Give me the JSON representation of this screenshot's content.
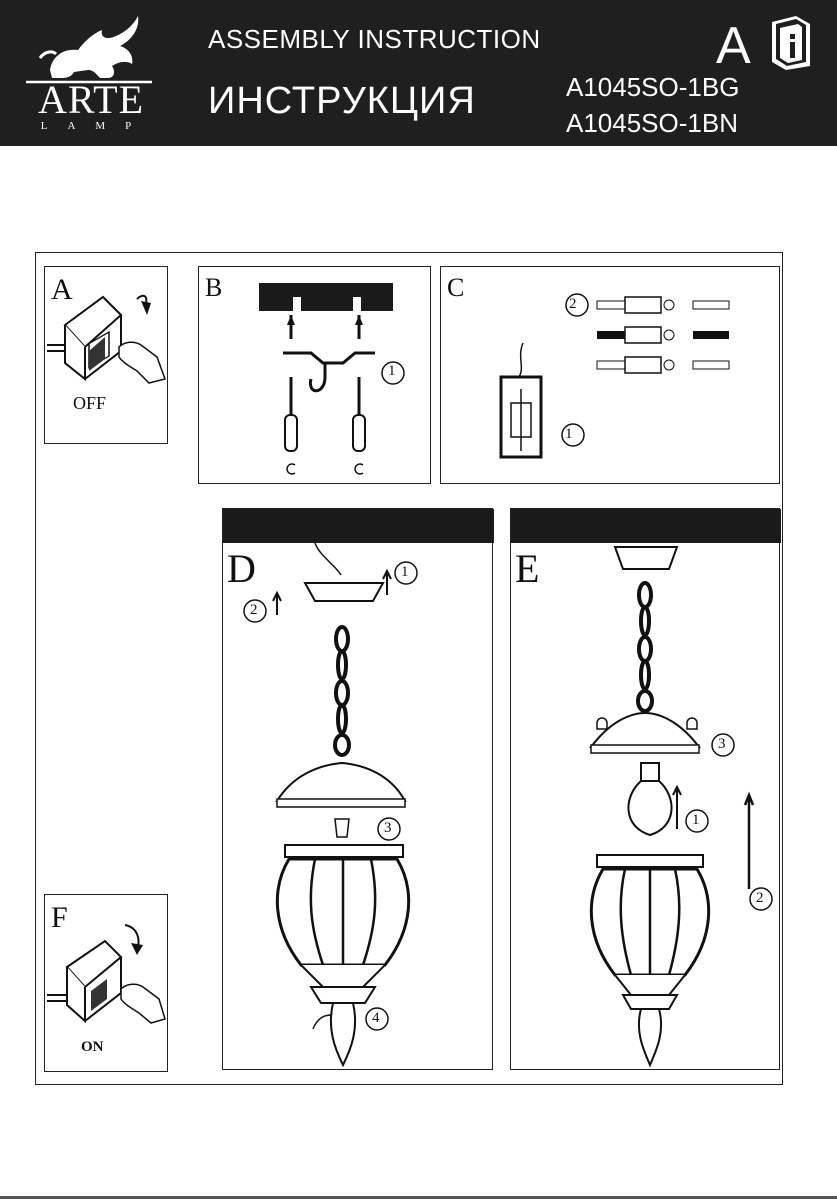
{
  "header": {
    "brand": "ARTE",
    "brand_sub": "LAMP",
    "title_en": "ASSEMBLY  INSTRUCTION",
    "title_ru": "ИНСТРУКЦИЯ",
    "language_badge": "A",
    "models": [
      "A1045SO-1BG",
      "A1045SO-1BN"
    ]
  },
  "panels": {
    "a": {
      "label": "A",
      "caption": "OFF"
    },
    "b": {
      "label": "B",
      "step": "1"
    },
    "c": {
      "label": "C",
      "steps": [
        "1",
        "2"
      ]
    },
    "d": {
      "label": "D",
      "steps": [
        "1",
        "2",
        "3",
        "4"
      ]
    },
    "e": {
      "label": "E",
      "steps": [
        "1",
        "2",
        "3"
      ]
    },
    "f": {
      "label": "F",
      "caption": "ON"
    }
  },
  "icons": [
    "lion-logo-icon",
    "info-book-icon",
    "wall-switch-icon",
    "hand-icon",
    "screwdriver-icon",
    "hook-icon",
    "terminal-block-icon",
    "chain-icon",
    "lantern-icon",
    "bulb-icon",
    "arrow-icon"
  ]
}
